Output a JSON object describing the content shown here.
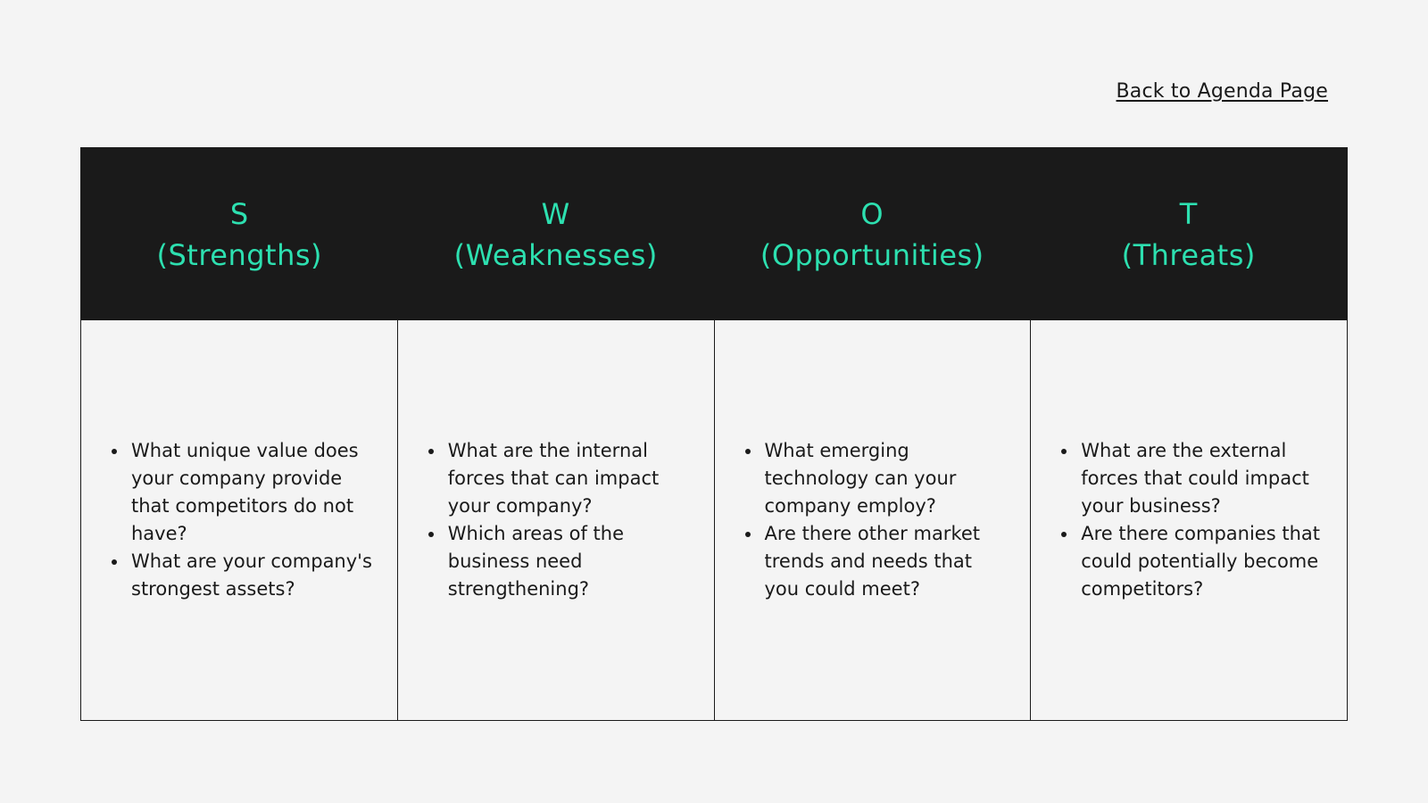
{
  "back_link": "Back to Agenda Page",
  "columns": [
    {
      "letter": "S",
      "label": "(Strengths)",
      "items": [
        "What unique value does your company provide that competitors do not have?",
        "What are your company's strongest assets?"
      ]
    },
    {
      "letter": "W",
      "label": "(Weaknesses)",
      "items": [
        "What are the internal forces that can impact your company?",
        "Which areas of the business need strengthening?"
      ]
    },
    {
      "letter": "O",
      "label": "(Opportunities)",
      "items": [
        "What emerging technology can your company employ?",
        "Are there other market trends and needs that you could meet?"
      ]
    },
    {
      "letter": "T",
      "label": "(Threats)",
      "items": [
        "What are the external forces that could impact your business?",
        "Are there companies that could potentially become competitors?"
      ]
    }
  ],
  "colors": {
    "header_bg": "#1a1a1a",
    "accent": "#2de0b0",
    "page_bg": "#f4f4f4"
  }
}
